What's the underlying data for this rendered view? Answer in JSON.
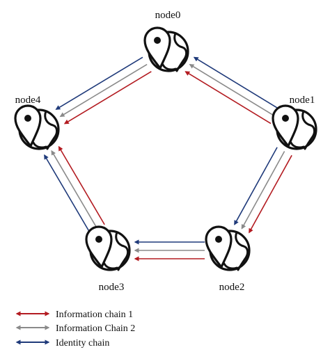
{
  "colors": {
    "information_chain_1": "#b31b21",
    "information_chain_2": "#8a8a8a",
    "identity_chain": "#1f3a7a"
  },
  "nodes": [
    {
      "id": "node0",
      "label": "node0",
      "icon": "globe-pin-icon"
    },
    {
      "id": "node1",
      "label": "node1",
      "icon": "globe-pin-icon"
    },
    {
      "id": "node2",
      "label": "node2",
      "icon": "globe-pin-icon"
    },
    {
      "id": "node3",
      "label": "node3",
      "icon": "globe-pin-icon"
    },
    {
      "id": "node4",
      "label": "node4",
      "icon": "globe-pin-icon"
    }
  ],
  "edges": [
    {
      "from": "node1",
      "to": "node0",
      "chains": [
        "information_chain_1",
        "information_chain_2",
        "identity_chain"
      ]
    },
    {
      "from": "node0",
      "to": "node4",
      "chains": [
        "information_chain_1",
        "information_chain_2",
        "identity_chain"
      ]
    },
    {
      "from": "node3",
      "to": "node4",
      "chains": [
        "information_chain_1",
        "information_chain_2",
        "identity_chain"
      ]
    },
    {
      "from": "node2",
      "to": "node3",
      "chains": [
        "identity_chain",
        "information_chain_2",
        "information_chain_1"
      ]
    },
    {
      "from": "node1",
      "to": "node2",
      "chains": [
        "identity_chain",
        "information_chain_2",
        "information_chain_1"
      ]
    }
  ],
  "legend": [
    {
      "key": "information_chain_1",
      "label": "Information chain 1"
    },
    {
      "key": "information_chain_2",
      "label": "Information Chain 2"
    },
    {
      "key": "identity_chain",
      "label": "Identity chain"
    }
  ]
}
